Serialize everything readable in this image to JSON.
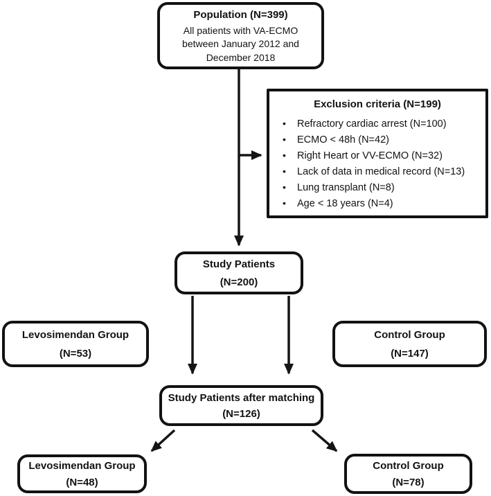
{
  "boxes": {
    "population": {
      "title": "Population (N=399)",
      "body": "All patients with VA-ECMO between January 2012 and December 2018"
    },
    "exclusion": {
      "title": "Exclusion criteria (N=199)",
      "bullet": "•",
      "items": [
        "Refractory cardiac arrest (N=100)",
        "ECMO < 48h (N=42)",
        "Right Heart  or VV-ECMO (N=32)",
        "Lack of data in medical record (N=13)",
        "Lung transplant (N=8)",
        "Age < 18 years (N=4)"
      ]
    },
    "study": {
      "title": "Study Patients",
      "n": "(N=200)"
    },
    "levo_pre": {
      "title": "Levosimendan Group",
      "n": "(N=53)"
    },
    "control_pre": {
      "title": "Control Group",
      "n": "(N=147)"
    },
    "matching": {
      "title": "Study Patients after matching",
      "n": "(N=126)"
    },
    "levo_post": {
      "title": "Levosimendan Group",
      "n": "(N=48)"
    },
    "control_post": {
      "title": "Control Group",
      "n": "(N=78)"
    }
  },
  "colors": {
    "border": "#121212",
    "text": "#121212",
    "background": "#ffffff"
  }
}
